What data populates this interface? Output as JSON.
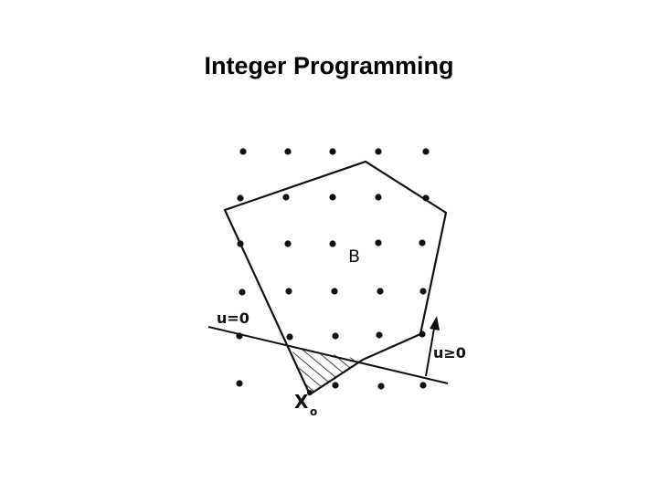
{
  "page": {
    "title": "Integer Programming"
  },
  "figure": {
    "region_label": "B",
    "cut_line_label": "u=0",
    "direction_label": "u≥0",
    "point_label": "X",
    "point_subscript": "o",
    "colors": {
      "ink": "#111111",
      "background": "#ffffff"
    }
  }
}
